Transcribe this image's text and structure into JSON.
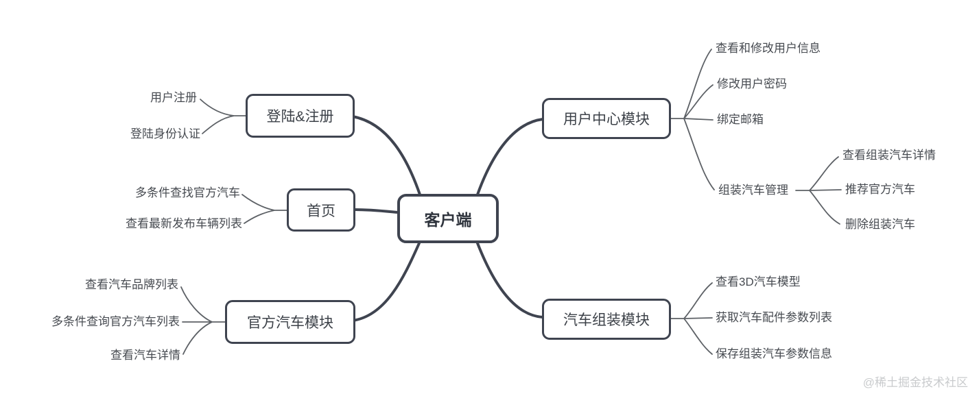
{
  "map": {
    "center": {
      "label": "客户端"
    },
    "login": {
      "label": "登陆&注册",
      "children": [
        "用户注册",
        "登陆身份认证"
      ]
    },
    "home": {
      "label": "首页",
      "children": [
        "多条件查找官方汽车",
        "查看最新发布车辆列表"
      ]
    },
    "official": {
      "label": "官方汽车模块",
      "children": [
        "查看汽车品牌列表",
        "多条件查询官方汽车列表",
        "查看汽车详情"
      ]
    },
    "usercenter": {
      "label": "用户中心模块",
      "children": [
        "查看和修改用户信息",
        "修改用户密码",
        "绑定邮箱",
        "组装汽车管理"
      ],
      "grandchildren": [
        "查看组装汽车详情",
        "推荐官方汽车",
        "删除组装汽车"
      ]
    },
    "assembly": {
      "label": "汽车组装模块",
      "children": [
        "查看3D汽车模型",
        "获取汽车配件参数列表",
        "保存组装汽车参数信息"
      ]
    }
  },
  "watermark": {
    "text": "@稀土掘金技术社区"
  },
  "colors": {
    "branch_line": "#3f4450",
    "leaf_line": "#5d6166",
    "node_border": "#3f4450",
    "node_text": "#3c4148",
    "leaf_text": "#474b51",
    "watermark_text": "#c9cbcd",
    "background": "#ffffff"
  }
}
